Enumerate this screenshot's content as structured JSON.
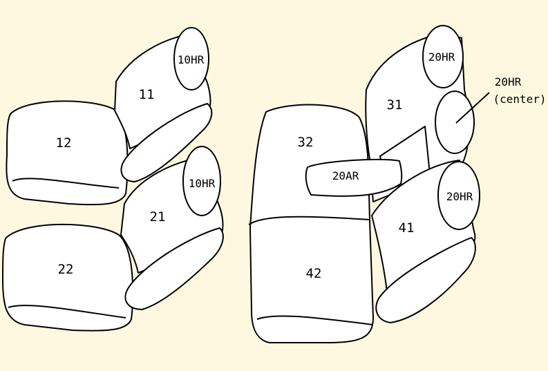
{
  "background_color": "#FFF8E1",
  "left_front": {
    "seat_12": "12",
    "back_11": "11",
    "headrest": "10HR"
  },
  "left_rear": {
    "seat_22": "22",
    "back_21": "21",
    "headrest": "10HR"
  },
  "right_bench": {
    "back_32": "32",
    "cushion_42": "42",
    "back_31": "31",
    "back_41": "41",
    "armrest": "20AR",
    "headrest_top": "20HR",
    "headrest_center": "20HR",
    "headrest_center_note": "(center)",
    "headrest_bottom": "20HR"
  }
}
